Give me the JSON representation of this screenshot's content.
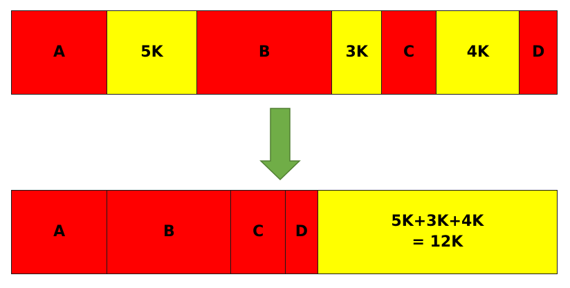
{
  "colors": {
    "used": "#ff0000",
    "free": "#ffff00",
    "arrow": "#70ad47",
    "arrow_stroke": "#507e32"
  },
  "before": {
    "segments": [
      {
        "label": "A",
        "kind": "used",
        "size": 138
      },
      {
        "label": "5K",
        "kind": "free",
        "size": 130
      },
      {
        "label": "B",
        "kind": "used",
        "size": 196
      },
      {
        "label": "3K",
        "kind": "free",
        "size": 71
      },
      {
        "label": "C",
        "kind": "used",
        "size": 79
      },
      {
        "label": "4K",
        "kind": "free",
        "size": 120
      },
      {
        "label": "D",
        "kind": "used",
        "size": 54
      }
    ]
  },
  "arrow_icon": "down-arrow-icon",
  "after": {
    "segments": [
      {
        "label": "A",
        "kind": "used",
        "size": 138
      },
      {
        "label": "B",
        "kind": "used",
        "size": 179
      },
      {
        "label": "C",
        "kind": "used",
        "size": 78
      },
      {
        "label": "D",
        "kind": "used",
        "size": 46
      },
      {
        "label": "5K+3K+4K\n= 12K",
        "kind": "free",
        "size": 347
      }
    ]
  }
}
